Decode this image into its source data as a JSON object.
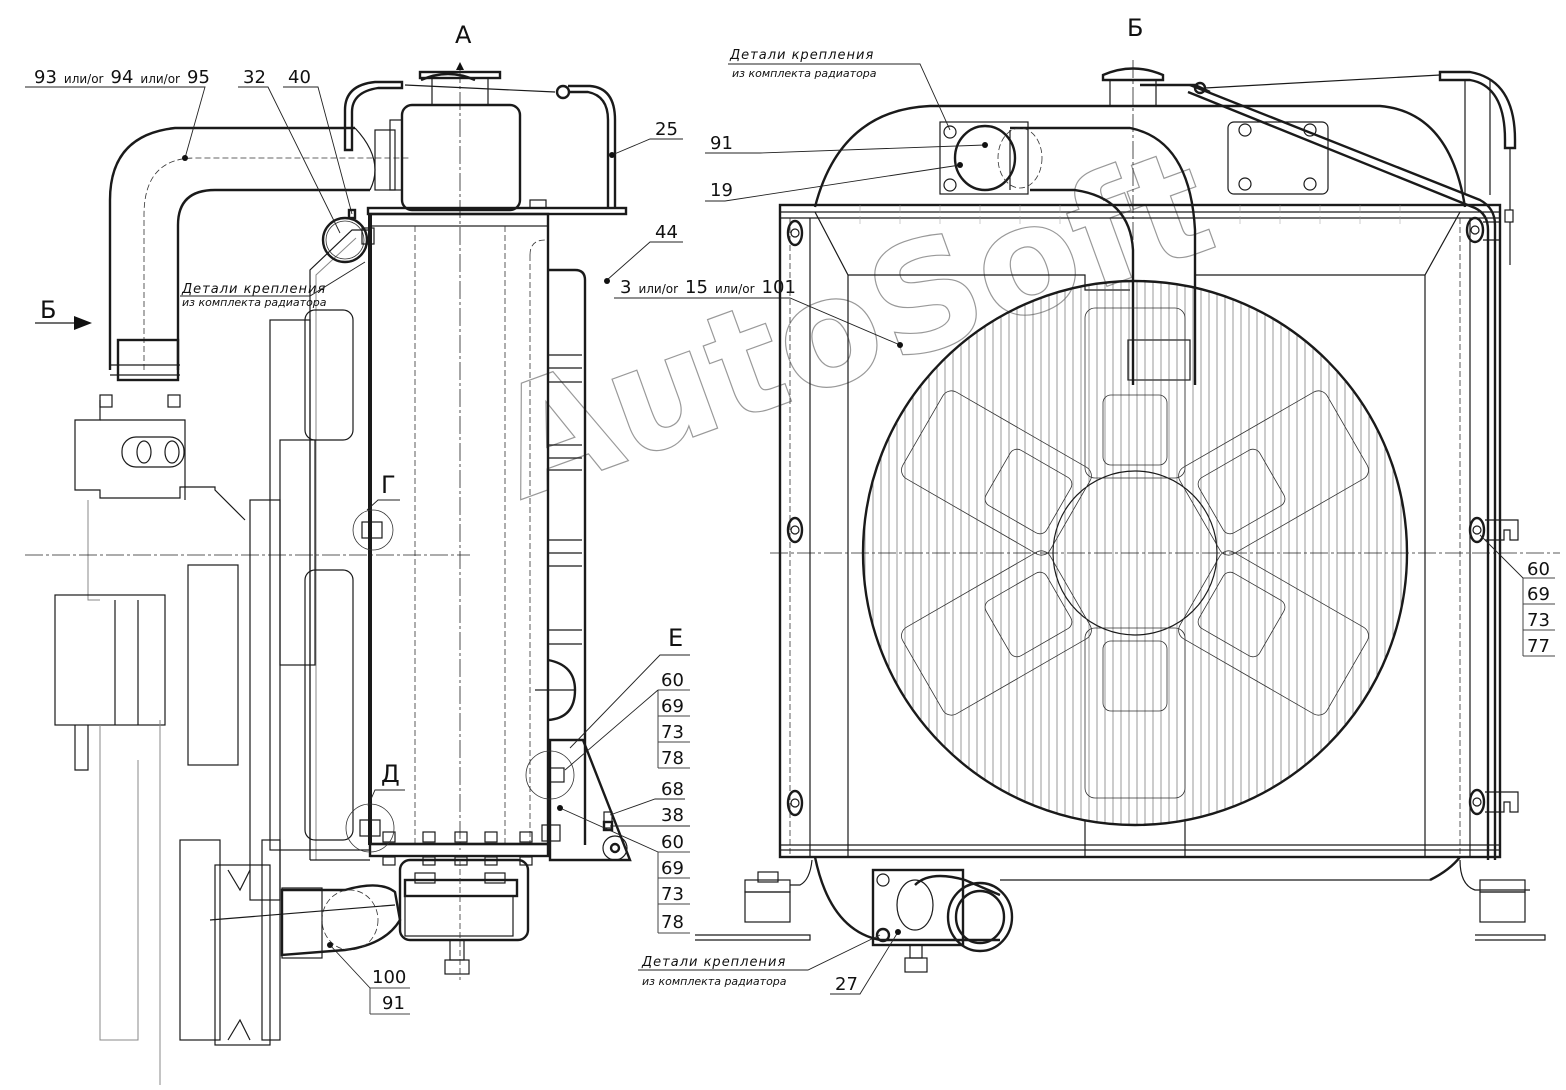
{
  "drawing": {
    "views": {
      "view_a": "А",
      "view_b_arrow": "Б",
      "view_b_title": "Б",
      "detail_g": "Г",
      "detail_d": "Д",
      "detail_e": "Е"
    },
    "notes": {
      "fasteners_line1": "Детали крепления",
      "fasteners_line2": "из комплекта радиатора"
    },
    "ili": "или/or",
    "callouts_left": {
      "hose_alt": [
        "93",
        "94",
        "95"
      ],
      "item_32": "32",
      "item_40": "40",
      "item_25": "25",
      "item_44": "44",
      "core_alt": [
        "3",
        "15",
        "101"
      ],
      "stack_e": [
        "60",
        "69",
        "73",
        "78"
      ],
      "item_68": "68",
      "item_38": "38",
      "stack_lower": [
        "60",
        "69",
        "73",
        "78"
      ],
      "stack_hose": [
        "100",
        "91"
      ]
    },
    "callouts_right": {
      "item_91": "91",
      "item_19": "19",
      "stack_right": [
        "60",
        "69",
        "73",
        "77"
      ],
      "item_27": "27"
    },
    "watermark": "AutoSoft"
  }
}
